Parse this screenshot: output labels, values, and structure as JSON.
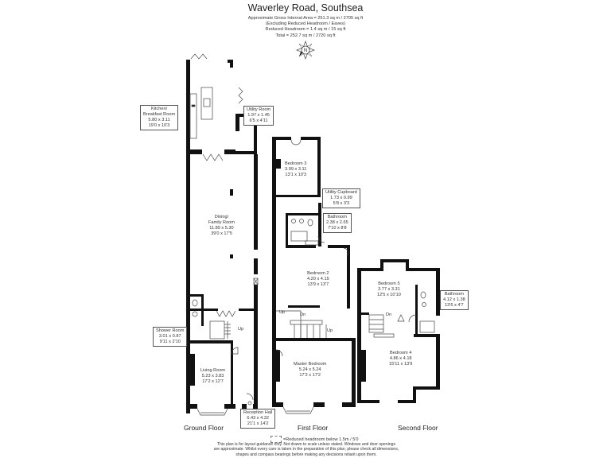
{
  "header": {
    "title": "Waverley Road, Southsea",
    "lines": [
      "Approximate Gross Internal Area = 251.3 sq m / 2705 sq ft",
      "(Excluding Reduced Headroom / Eaves)",
      "Reduced Headroom = 1.4 sq m / 15 sq ft",
      "Total = 252.7 sq m / 2720 sq ft"
    ]
  },
  "compass": {
    "label": "N"
  },
  "floors": [
    {
      "name": "Ground Floor"
    },
    {
      "name": "First Floor"
    },
    {
      "name": "Second Floor"
    }
  ],
  "rooms": {
    "kitchen": {
      "name": "Kitchen/",
      "name2": "Breakfast Room",
      "metric": "5.80 x 3.11",
      "imperial": "19'0 x 10'3"
    },
    "utility_room": {
      "name": "Utility Room",
      "metric": "1.97 x 1.45",
      "imperial": "6'5 x 4'11"
    },
    "dining": {
      "name": "Dining/",
      "name2": "Family Room",
      "metric": "11.89 x 5.30",
      "imperial": "39'0 x 17'5"
    },
    "shower_room": {
      "name": "Shower Room",
      "metric": "3.01 x 0.87",
      "imperial": "9'11 x 2'10"
    },
    "living_room": {
      "name": "Living Room",
      "metric": "5.23 x 3.83",
      "imperial": "17'2 x 12'7"
    },
    "reception_hall": {
      "name": "Reception Hall",
      "metric": "6.43 x 4.32",
      "imperial": "21'1 x 14'2"
    },
    "bedroom3": {
      "name": "Bedroom 3",
      "metric": "3.99 x 3.11",
      "imperial": "13'1 x 10'3"
    },
    "utility_cupboard": {
      "name": "Utility Cupboard",
      "metric": "1.73 x 0.99",
      "imperial": "5'8 x 3'3"
    },
    "bathroom1": {
      "name": "Bathroom",
      "metric": "2.38 x 2.65",
      "imperial": "7'10 x 8'8"
    },
    "bedroom2": {
      "name": "Bedroom 2",
      "metric": "4.20 x 4.15",
      "imperial": "13'9 x 13'7"
    },
    "master_bedroom": {
      "name": "Master Bedroom",
      "metric": "5.24 x 5.24",
      "imperial": "17'2 x 17'2"
    },
    "bedroom5": {
      "name": "Bedroom 5",
      "metric": "3.77 x 3.31",
      "imperial": "12'5 x 10'10"
    },
    "bathroom2": {
      "name": "Bathroom",
      "metric": "4.12 x 1.38",
      "imperial": "13'6 x 4'7"
    },
    "bedroom4": {
      "name": "Bedroom 4",
      "metric": "4.86 x 4.18",
      "imperial": "15'11 x 13'9"
    }
  },
  "stairs": {
    "ground_up": "Up",
    "first_up_left": "Up",
    "first_dn": "Dn",
    "first_up_right": "Up",
    "second_dn": "Dn"
  },
  "legend": {
    "text": "=Reduced headroom below 1.5m / 5'0"
  },
  "disclaimer": [
    "This plan is for layout guidance only. Not drawn to scale unless stated. Windows and door openings",
    "are approximate. Whilst every care is taken in the preparation of this plan, please check all dimensions,",
    "shapes and compass bearings before making any decisions reliant upon them."
  ]
}
